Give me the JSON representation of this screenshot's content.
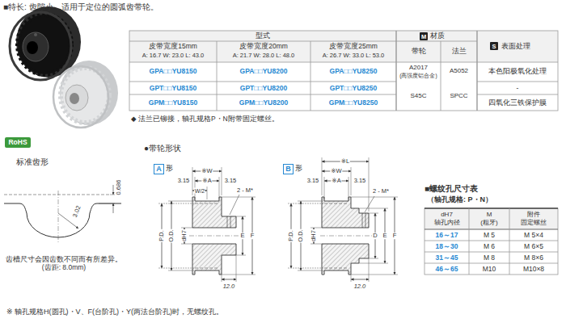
{
  "diagram": {
    "nodes": [
      {
        "text": [
          "RoHS"
        ]
      },
      {
        "text": [
          "M"
        ]
      },
      {
        "text": [
          "S"
        ]
      },
      {
        "text": [
          "A"
        ]
      },
      {
        "text": [
          "B"
        ]
      }
    ],
    "labels": [
      "■特长: 齿隙小，适用于定位的圆弧齿带轮。",
      "型式",
      "材质",
      "表面处理",
      "带轮",
      "法兰",
      "皮带宽度15mm",
      "A: 16.7 W: 23.0 L: 43.0",
      "皮带宽度20mm",
      "A: 21.7 W: 28.0 L: 48.0",
      "皮带宽度25mm",
      "A: 26.7 W: 33.0 L: 53.0",
      "GPA□□YU8150",
      "GPA□□YU8200",
      "GPA□□YU8250",
      "A2017",
      "(高强度铝合金)",
      "A5052",
      "本色阳极氧化处理",
      "GPT□□YU8150",
      "GPT□□YU8200",
      "GPT□□YU8250",
      "S45C",
      "SPCC",
      "-",
      "GPM□□YU8150",
      "GPM□□YU8200",
      "GPM□□YU8250",
      "四氧化三铁保护膜",
      "◆ 法兰已铆接，轴孔规格P・N附带固定螺丝。",
      "标准齿形",
      "0.686",
      "3.02",
      "齿槽尺寸会因齿数不同而有所差异。 (齿距: 8.0mm)",
      "●带轮形状",
      "形",
      "※W",
      "3.15",
      "※A",
      "3.15",
      "W/2",
      "2 - M*",
      "P.D.",
      "O.D.",
      "dH7",
      "E",
      "F",
      "12.0",
      "形",
      "※L",
      "※W",
      "3.15",
      "※A",
      "3.15",
      "2 - M*",
      "P.D.",
      "O.D.",
      "dH7",
      "D",
      "E",
      "F",
      "12.0",
      "■螺纹孔尺寸表",
      "（轴孔规格: P・N）",
      "dH7",
      "轴孔内径",
      "M",
      "(粗牙)",
      "附件",
      "固定螺丝",
      "16～17",
      "M 5",
      "M 5×4",
      "18～30",
      "M 6",
      "M 6×5",
      "31～45",
      "M 8",
      "M 8×6",
      "46～65",
      "M10",
      "M10×8",
      "※ 轴孔规格H(圆孔)・V、F(台阶孔)・Y(两法台阶孔)时，无螺纹孔。"
    ]
  }
}
